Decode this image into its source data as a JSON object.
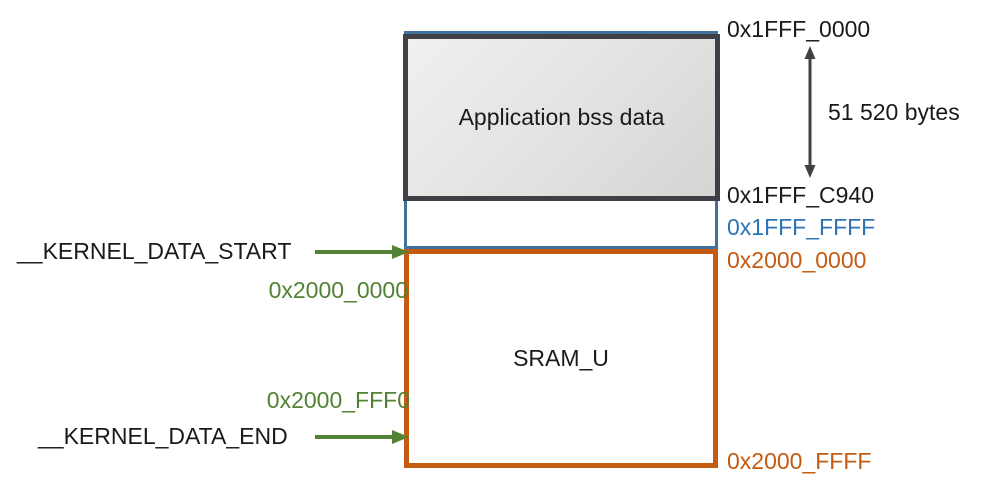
{
  "diagram": {
    "boxes": {
      "app_bss": {
        "label": "Application bss data"
      },
      "sram_u": {
        "label": "SRAM_U"
      }
    },
    "right_labels": {
      "addr_1fff_0000": "0x1FFF_0000",
      "addr_1fff_c940": "0x1FFF_C940",
      "addr_1fff_ffff": "0x1FFF_FFFF",
      "addr_2000_0000": "0x2000_0000",
      "addr_2000_ffff": "0x2000_FFFF"
    },
    "size_annotation": "51 520 bytes",
    "left_labels": {
      "kernel_data_start": "__KERNEL_DATA_START",
      "kernel_start_addr": "0x2000_0000",
      "kernel_end_addr": "0x2000_FFF0",
      "kernel_data_end": "__KERNEL_DATA_END"
    },
    "colors": {
      "box_border_dark": "#3F4046",
      "blue": "#41719C",
      "blue_text": "#2E74B5",
      "orange": "#C55A11",
      "green": "#538135",
      "arrow_gray": "#404040"
    }
  }
}
